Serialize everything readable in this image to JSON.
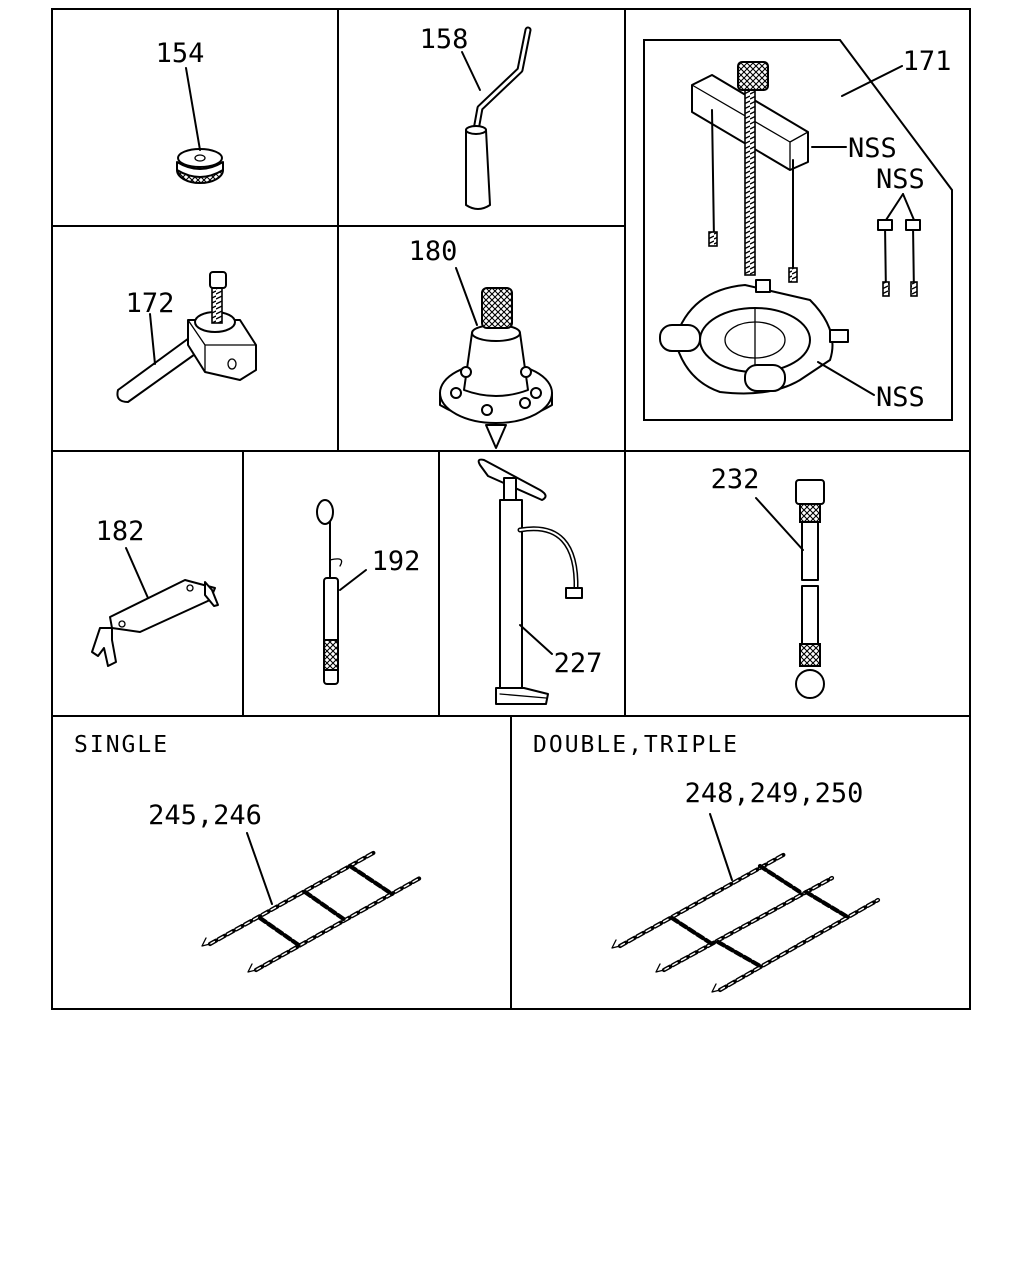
{
  "callouts": {
    "p154": "154",
    "p158": "158",
    "p171": "171",
    "nss_1": "NSS",
    "nss_2": "NSS",
    "nss_3": "NSS",
    "p172": "172",
    "p180": "180",
    "p182": "182",
    "p192": "192",
    "p227": "227",
    "p232": "232",
    "p245_246": "245,246",
    "p248_249_250": "248,249,250"
  },
  "captions": {
    "single": "SINGLE",
    "double_triple": "DOUBLE,TRIPLE"
  }
}
